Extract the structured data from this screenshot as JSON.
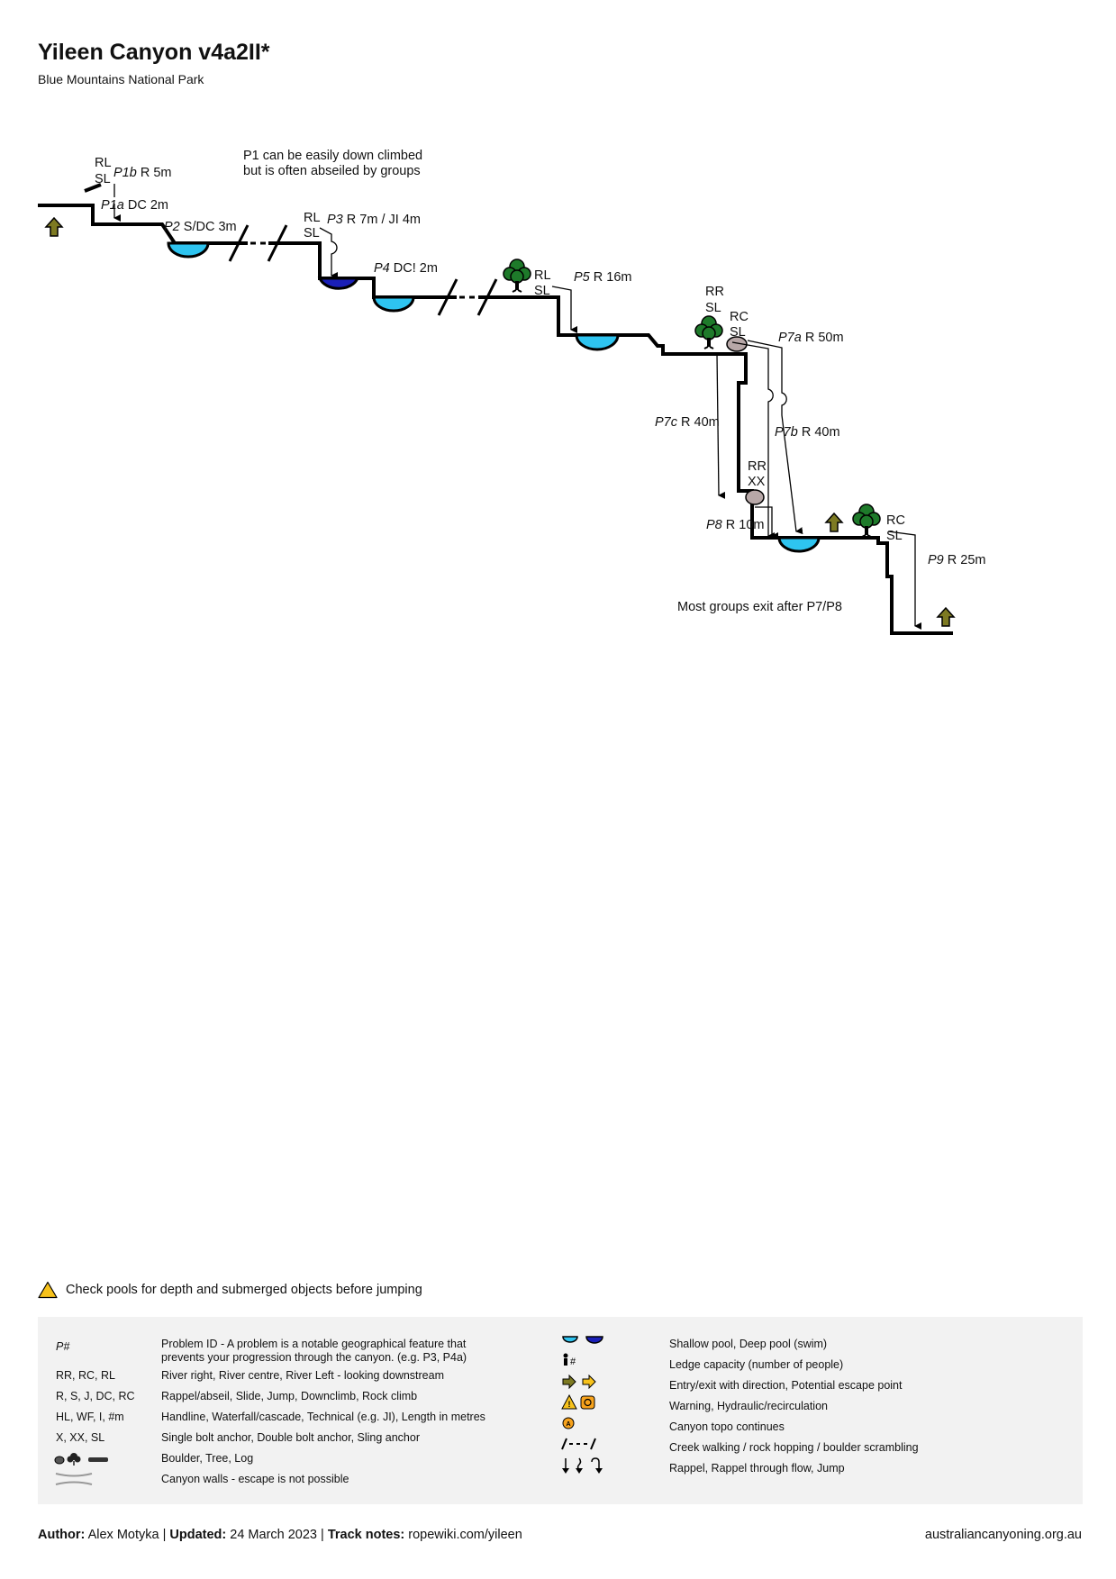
{
  "header": {
    "title": "Yileen Canyon v4a2II*",
    "subtitle": "Blue Mountains National Park"
  },
  "topo": {
    "notes": {
      "p1_line1": "P1 can be easily down climbed",
      "p1_line2": "but is often abseiled by groups",
      "exit_note": "Most groups exit after P7/P8"
    },
    "problems": {
      "p1b": {
        "id": "P1b",
        "desc": "R 5m",
        "anchor_side": "RL",
        "anchor_type": "SL"
      },
      "p1a": {
        "id": "P1a",
        "desc": "DC 2m"
      },
      "p2": {
        "id": "P2",
        "desc": "S/DC 3m"
      },
      "p3": {
        "id": "P3",
        "desc": "R 7m / JI 4m",
        "anchor_side": "RL",
        "anchor_type": "SL"
      },
      "p4": {
        "id": "P4",
        "desc": "DC! 2m"
      },
      "p5": {
        "id": "P5",
        "desc": "R 16m",
        "anchor_side": "RL",
        "anchor_type": "SL"
      },
      "p7a": {
        "id": "P7a",
        "desc": "R 50m",
        "anchor_side": "RC",
        "anchor_type": "SL"
      },
      "p7b": {
        "id": "P7b",
        "desc": "R 40m"
      },
      "p7c": {
        "id": "P7c",
        "desc": "R 40m",
        "anchor_side": "RR",
        "anchor_type": "SL"
      },
      "p8": {
        "id": "P8",
        "desc": "R 10m",
        "anchor_side": "RR",
        "anchor_type": "XX"
      },
      "p9": {
        "id": "P9",
        "desc": "R 25m",
        "anchor_side": "RC",
        "anchor_type": "SL"
      }
    },
    "colors": {
      "line": "#000000",
      "shallow_pool": "#2ec4f0",
      "deep_pool": "#1a1fb8",
      "tree": "#1e7a2a",
      "boulder": "#b8a8a8",
      "exit_arrow": "#7d7a22"
    }
  },
  "warning": {
    "icon": "warning-triangle-icon",
    "color": "#f7c21b",
    "text": "Check pools for depth and submerged objects before jumping"
  },
  "legend": {
    "left": [
      {
        "key": "P#",
        "desc1": "Problem ID - A problem is a notable geographical feature that",
        "desc2": "prevents your progression through the canyon. (e.g. P3, P4a)"
      },
      {
        "key": "RR, RC, RL",
        "desc1": "River right, River centre, River Left - looking downstream"
      },
      {
        "key": "R, S, J, DC, RC",
        "desc1": "Rappel/abseil, Slide, Jump, Downclimb, Rock climb"
      },
      {
        "key": "HL, WF, I, #m",
        "desc1": "Handline, Waterfall/cascade, Technical (e.g. JI), Length in metres"
      },
      {
        "key": "X, XX, SL",
        "desc1": "Single bolt anchor, Double bolt anchor, Sling anchor"
      },
      {
        "key": "",
        "icon": "boulder-tree-log-icon",
        "desc1": "Boulder, Tree, Log"
      },
      {
        "key": "",
        "icon": "canyon-walls-icon",
        "desc1": "Canyon walls - escape is not possible"
      }
    ],
    "right": [
      {
        "icon": "pool-icons",
        "desc": "Shallow pool, Deep pool (swim)"
      },
      {
        "icon": "ledge-capacity-icon",
        "desc": "Ledge capacity (number of people)"
      },
      {
        "icon": "entry-exit-arrows-icon",
        "desc": "Entry/exit with direction, Potential escape point"
      },
      {
        "icon": "warning-hydraulic-icon",
        "desc": "Warning, Hydraulic/recirculation"
      },
      {
        "icon": "topo-continues-icon",
        "desc": "Canyon topo continues"
      },
      {
        "icon": "creek-walking-icon",
        "desc": "Creek walking / rock hopping / boulder scrambling"
      },
      {
        "icon": "rappel-arrows-icon",
        "desc": "Rappel, Rappel through flow, Jump"
      }
    ]
  },
  "footer": {
    "author_label": "Author:",
    "author": "Alex Motyka",
    "updated_label": "Updated:",
    "updated": "24 March 2023",
    "track_label": "Track notes:",
    "track": "ropewiki.com/yileen",
    "site": "australiancanyoning.org.au"
  }
}
